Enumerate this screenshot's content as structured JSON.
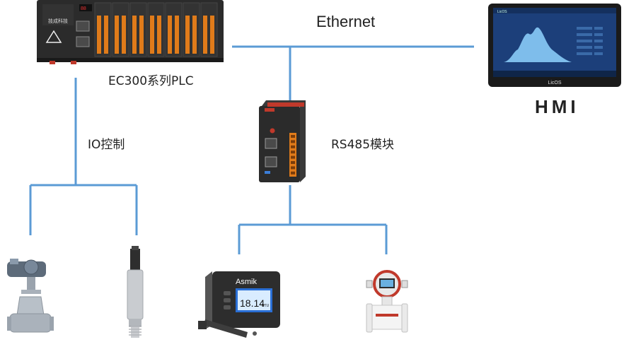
{
  "labels": {
    "ethernet": "Ethernet",
    "plc": "EC300系列PLC",
    "io_control": "IO控制",
    "rs485_module": "RS485模块",
    "hmi": "HMI"
  },
  "device_text": {
    "plc_brand": "技成科技",
    "hmi_brand": "LicOS",
    "analyzer_brand": "Asmik",
    "analyzer_reading": "18.14",
    "analyzer_unit": "NTU"
  },
  "colors": {
    "connector_line": "#5b9bd5",
    "device_dark": "#2b2b2b",
    "accent_red": "#c0392b",
    "terminal_orange": "#e07b1a",
    "hmi_screen": "#1c3f7a",
    "analyzer_screen": "#2a6fd6"
  },
  "icons": [
    "plc-icon",
    "hmi-icon",
    "rs485-module-icon",
    "valve-actuator-icon",
    "pressure-transmitter-icon",
    "water-quality-analyzer-icon",
    "flowmeter-icon"
  ]
}
